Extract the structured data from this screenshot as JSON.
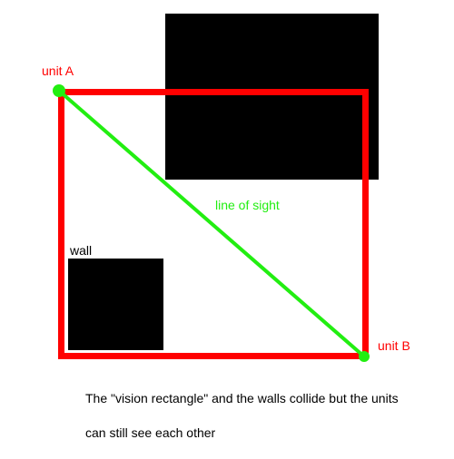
{
  "labels": {
    "unit_a": "unit A",
    "unit_b": "unit B",
    "line_of_sight": "line of sight",
    "wall": "wall"
  },
  "caption": {
    "line1": "The \"vision rectangle\" and the walls collide but the units",
    "line2": "can still see each other"
  },
  "colors": {
    "vision_rectangle": "#ff0000",
    "unit_labels": "#ff0000",
    "line_of_sight": "#22ee11",
    "units": "#22ee11",
    "walls": "#000000",
    "text": "#000000"
  },
  "icons": {
    "unit_a": "green-dot",
    "unit_b": "green-dot"
  }
}
